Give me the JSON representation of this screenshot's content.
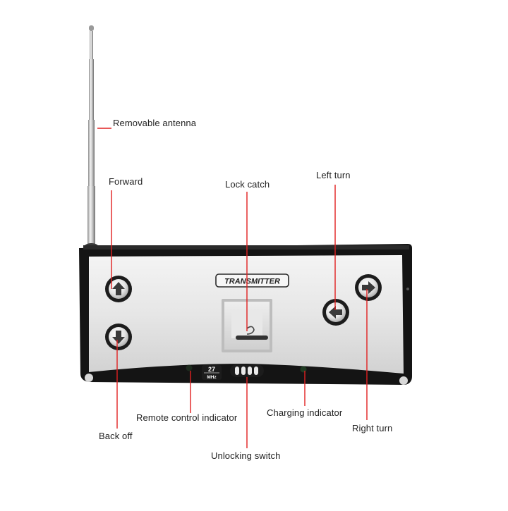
{
  "colors": {
    "leader_line": "#e02020",
    "body_frame": "#141414",
    "face_panel": "#e8e8e8",
    "button_ring": "#2a2a2a",
    "led": "#2a3a2a"
  },
  "device": {
    "brand_badge": "TRANSMITTER",
    "frequency_value": "27",
    "frequency_unit": "MHz"
  },
  "labels": {
    "removable_antenna": "Removable antenna",
    "forward": "Forward",
    "lock_catch": "Lock catch",
    "left_turn": "Left turn",
    "remote_control_indicator": "Remote control indicator",
    "charging_indicator": "Charging indicator",
    "back_off": "Back off",
    "right_turn": "Right turn",
    "unlocking_switch": "Unlocking switch"
  },
  "icons": {
    "forward": "arrow-up-icon",
    "back": "arrow-down-icon",
    "left": "arrow-left-icon",
    "right": "arrow-right-icon"
  }
}
